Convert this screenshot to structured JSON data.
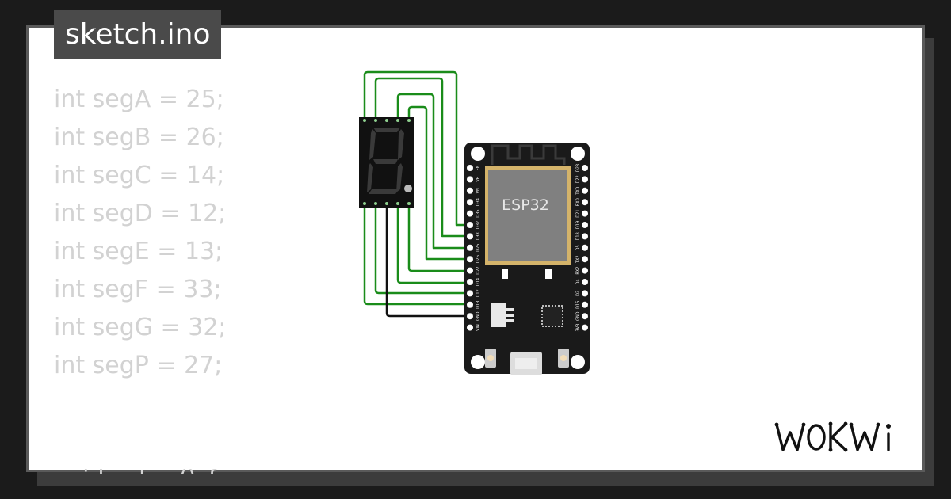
{
  "file_tab": {
    "title": "sketch.ino"
  },
  "code_lines": [
    "int segA = 25;",
    "int segB = 26;",
    "int segC = 14;",
    "int segD = 12;",
    "int segE = 13;",
    "int segF = 33;",
    "int segG = 32;",
    "int segP = 27;",
    "",
    "void setup() {"
  ],
  "board": {
    "chip_label": "ESP32",
    "left_pins": [
      "EN",
      "VP",
      "VN",
      "D34",
      "D35",
      "D32",
      "D33",
      "D25",
      "D26",
      "D27",
      "D14",
      "D12",
      "D13",
      "GND",
      "VIN"
    ],
    "right_pins": [
      "D23",
      "D22",
      "TX0",
      "RX0",
      "D21",
      "D19",
      "D18",
      "D5",
      "TX2",
      "RX2",
      "D4",
      "D2",
      "D15",
      "GND",
      "3V3"
    ]
  },
  "brand": {
    "logo_text": "WOKWi"
  },
  "colors": {
    "background": "#1b1b1b",
    "card": "#ffffff",
    "code_text": "#d2d2d2",
    "wire_green": "#1a8c1a",
    "wire_black": "#111111",
    "board": "#1a1a1a",
    "chip": "#808080"
  }
}
